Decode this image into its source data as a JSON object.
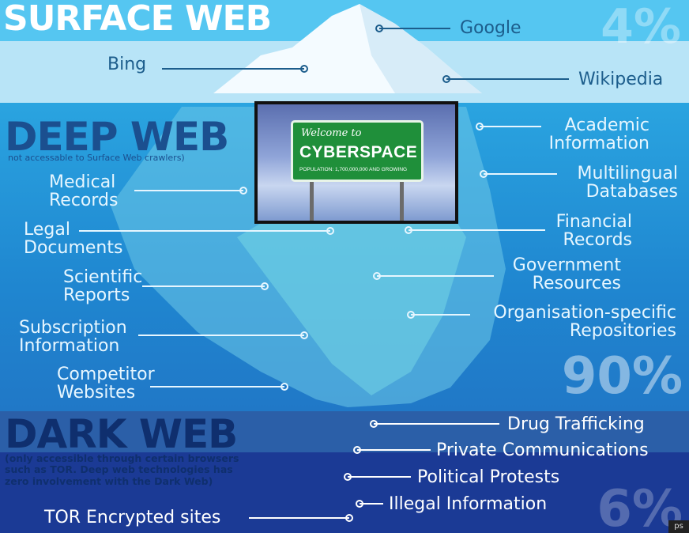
{
  "surface": {
    "title": "SURFACE WEB",
    "percent": "4%",
    "items": [
      "Google",
      "Bing",
      "Wikipedia"
    ]
  },
  "deep": {
    "title": "DEEP WEB",
    "subtitle": "not accessable to Surface Web crawlers)",
    "percent": "90%",
    "left_items": [
      {
        "line1": "Medical",
        "line2": "Records"
      },
      {
        "line1": "Legal",
        "line2": "Documents"
      },
      {
        "line1": "Scientific",
        "line2": "Reports"
      },
      {
        "line1": "Subscription",
        "line2": "Information"
      },
      {
        "line1": "Competitor",
        "line2": "Websites"
      }
    ],
    "right_items": [
      {
        "line1": "Academic",
        "line2": "Information"
      },
      {
        "line1": "Multilingual",
        "line2": "Databases"
      },
      {
        "line1": "Financial",
        "line2": "Records"
      },
      {
        "line1": "Government",
        "line2": "Resources"
      },
      {
        "line1": "Organisation-specific",
        "line2": "Repositories"
      }
    ]
  },
  "dark": {
    "title": "DARK WEB",
    "subtitle_lines": [
      "(only accessible through certain browsers",
      "such as TOR. Deep web technologies has",
      "zero involvement with the Dark Web)"
    ],
    "percent": "6%",
    "items": [
      "Drug Trafficking",
      "Private Communications",
      "Political Protests",
      "Illegal Information",
      "TOR  Encrypted sites"
    ]
  },
  "sign": {
    "welcome": "Welcome to",
    "main": "CYBERSPACE",
    "population": "POPULATION: 1,700,000,000 AND GROWING"
  },
  "corner_badge": "ps",
  "colors": {
    "surface_band": "#55c6f1",
    "deep_band": "#1f86d0",
    "dark_band": "#1b3a95",
    "iceberg": "#ffffff",
    "sign_green": "#1f8f3a"
  }
}
